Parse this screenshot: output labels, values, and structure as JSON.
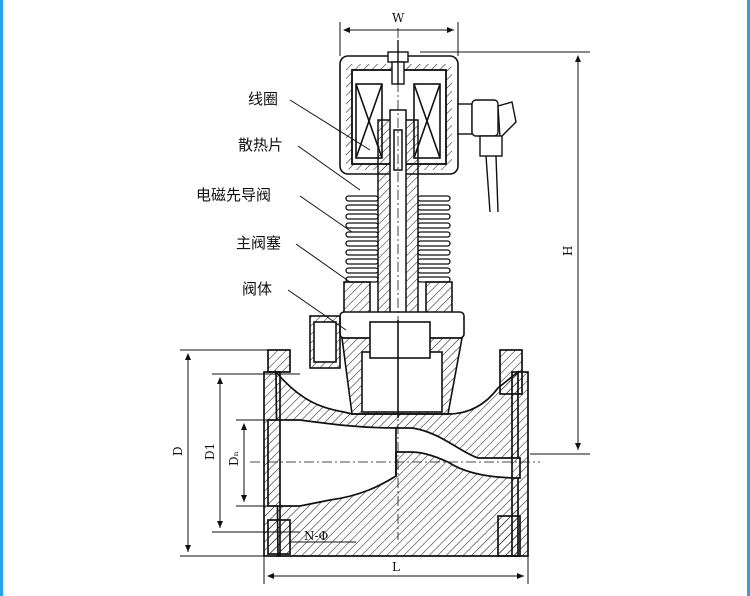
{
  "labels": {
    "coil": "线圈",
    "heat_sink": "散热片",
    "pilot_valve": "电磁先导阀",
    "main_plug": "主阀塞",
    "valve_body": "阀体"
  },
  "dimensions": {
    "width": "W",
    "height": "H",
    "length": "L",
    "flange_outer": "D",
    "bolt_circle": "D1",
    "nominal_bore": "Dₙ",
    "bolt_holes": "N-Φ"
  },
  "colors": {
    "line": "#111111",
    "frame": "#2aa3e6",
    "hatch": "#111111"
  }
}
